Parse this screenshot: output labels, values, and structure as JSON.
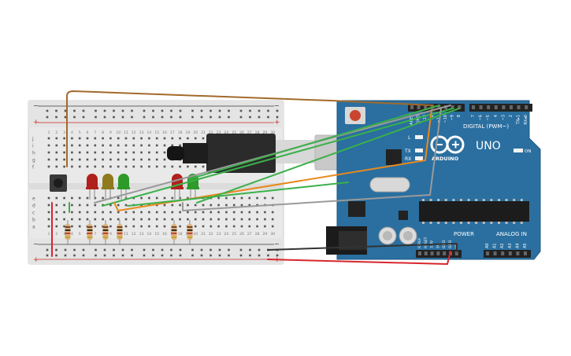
{
  "arduino": {
    "brand": "ARDUINO",
    "model": "UNO",
    "digital_label": "DIGITAL (PWM~)",
    "power_label": "POWER",
    "analog_label": "ANALOG IN",
    "on_label": "ON",
    "led_labels": {
      "l": "L",
      "tx": "TX",
      "rx": "RX"
    },
    "top_header_pins": [
      "AREF",
      "GND",
      "13",
      "12",
      "~11",
      "~10",
      "~9",
      "8",
      "7",
      "~6",
      "~5",
      "4",
      "~3",
      "2",
      "TX▸1",
      "RX◂0"
    ],
    "power_pins": [
      "IOREF",
      "RESET",
      "3.3V",
      "5V",
      "GND",
      "GND",
      "Vin"
    ],
    "analog_pins": [
      "A0",
      "A1",
      "A2",
      "A3",
      "A4",
      "A5"
    ]
  },
  "breadboard": {
    "row_letters_top": [
      "f",
      "g",
      "h",
      "i",
      "j"
    ],
    "row_letters_bottom": [
      "a",
      "b",
      "c",
      "d",
      "e"
    ],
    "column_numbers": [
      "1",
      "2",
      "3",
      "4",
      "5",
      "6",
      "7",
      "8",
      "9",
      "10",
      "11",
      "12",
      "13",
      "14",
      "15",
      "16",
      "17",
      "18",
      "19",
      "20",
      "21",
      "22",
      "23",
      "24",
      "25",
      "26",
      "27",
      "28",
      "29",
      "30"
    ],
    "rail_plus": "+",
    "rail_minus": "−"
  },
  "components": {
    "leds": [
      {
        "color": "red",
        "hex": "#b0201c"
      },
      {
        "color": "yellow",
        "hex": "#8f7a1e"
      },
      {
        "color": "green",
        "hex": "#2e9a2a"
      },
      {
        "color": "red",
        "hex": "#b0201c"
      },
      {
        "color": "green",
        "hex": "#2e9a2a"
      }
    ],
    "resistor_count": 6,
    "pushbutton": "pushbutton"
  },
  "colors": {
    "board_blue": "#2a6fa0",
    "breadboard": "#e9e9e9",
    "wire_orange": "#e8891e",
    "wire_green": "#3bb04a",
    "wire_gray": "#9a9a9a",
    "wire_brown": "#a26a2a",
    "wire_red": "#d7262c",
    "wire_black": "#333333"
  }
}
